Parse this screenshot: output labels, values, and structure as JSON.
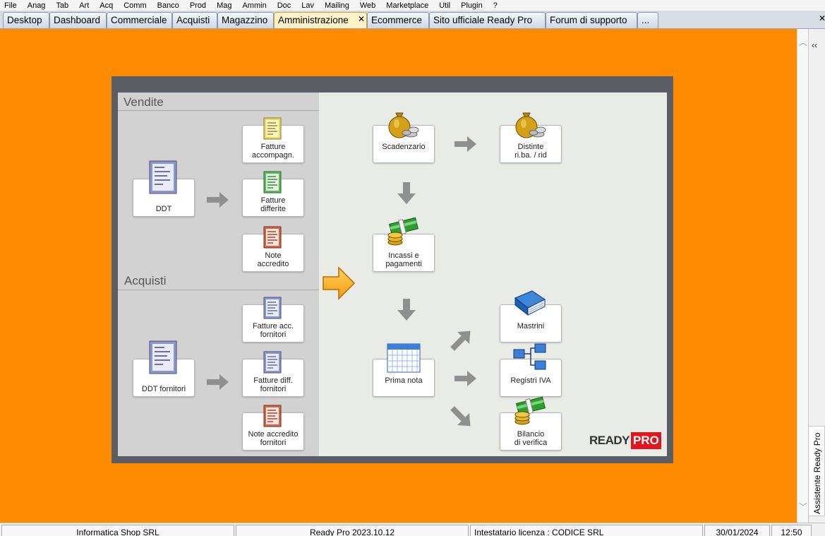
{
  "menu": [
    "File",
    "Anag",
    "Tab",
    "Art",
    "Acq",
    "Comm",
    "Banco",
    "Prod",
    "Mag",
    "Ammin",
    "Doc",
    "Lav",
    "Mailing",
    "Web",
    "Marketplace",
    "Util",
    "Plugin",
    "?"
  ],
  "tabs": [
    "Desktop",
    "Dashboard",
    "Commerciale",
    "Acquisti",
    "Magazzino",
    "Amministrazione",
    "Ecommerce",
    "Sito ufficiale Ready Pro",
    "Forum di supporto",
    "..."
  ],
  "active_tab": "Amministrazione",
  "tab_close_glyph": "✕",
  "window_close_glyph": "✕",
  "assistant": {
    "toggle": "‹‹",
    "label": "Assistente Ready Pro"
  },
  "scroll": {
    "up": "︿",
    "down": "﹀"
  },
  "diagram": {
    "vendite_title": "Vendite",
    "acquisti_title": "Acquisti",
    "ddt": [
      "DDT"
    ],
    "fatture_accompagn": [
      "Fatture",
      "accompagn."
    ],
    "fatture_differite": [
      "Fatture",
      "differite"
    ],
    "note_accredito": [
      "Note",
      "accredito"
    ],
    "ddt_fornitori": [
      "DDT fornitori"
    ],
    "fatture_acc_fornitori": [
      "Fatture acc.",
      "fornitori"
    ],
    "fatture_diff_fornitori": [
      "Fatture diff.",
      "fornitori"
    ],
    "note_accredito_fornitori": [
      "Note accredito",
      "fornitori"
    ],
    "scadenzario": [
      "Scadenzario"
    ],
    "distinte": [
      "Distinte",
      "ri.ba. / rid"
    ],
    "incassi": [
      "Incassi e",
      "pagamenti"
    ],
    "prima_nota": [
      "Prima nota"
    ],
    "mastrini": [
      "Mastrini"
    ],
    "registri_iva": [
      "Registri IVA"
    ],
    "bilancio": [
      "Bilancio",
      "di verifica"
    ],
    "logo_ready": "READY",
    "logo_pro": "PRO"
  },
  "status": {
    "company": "Informatica Shop SRL",
    "version": "Ready Pro 2023.10.12",
    "license": "Intestatario licenza : CODICE SRL",
    "date": "30/01/2024",
    "time": "12:50"
  },
  "colors": {
    "workspace": "#ff8c00",
    "logo_pro": "#e0161e",
    "active_tab": "#fff1c8"
  }
}
